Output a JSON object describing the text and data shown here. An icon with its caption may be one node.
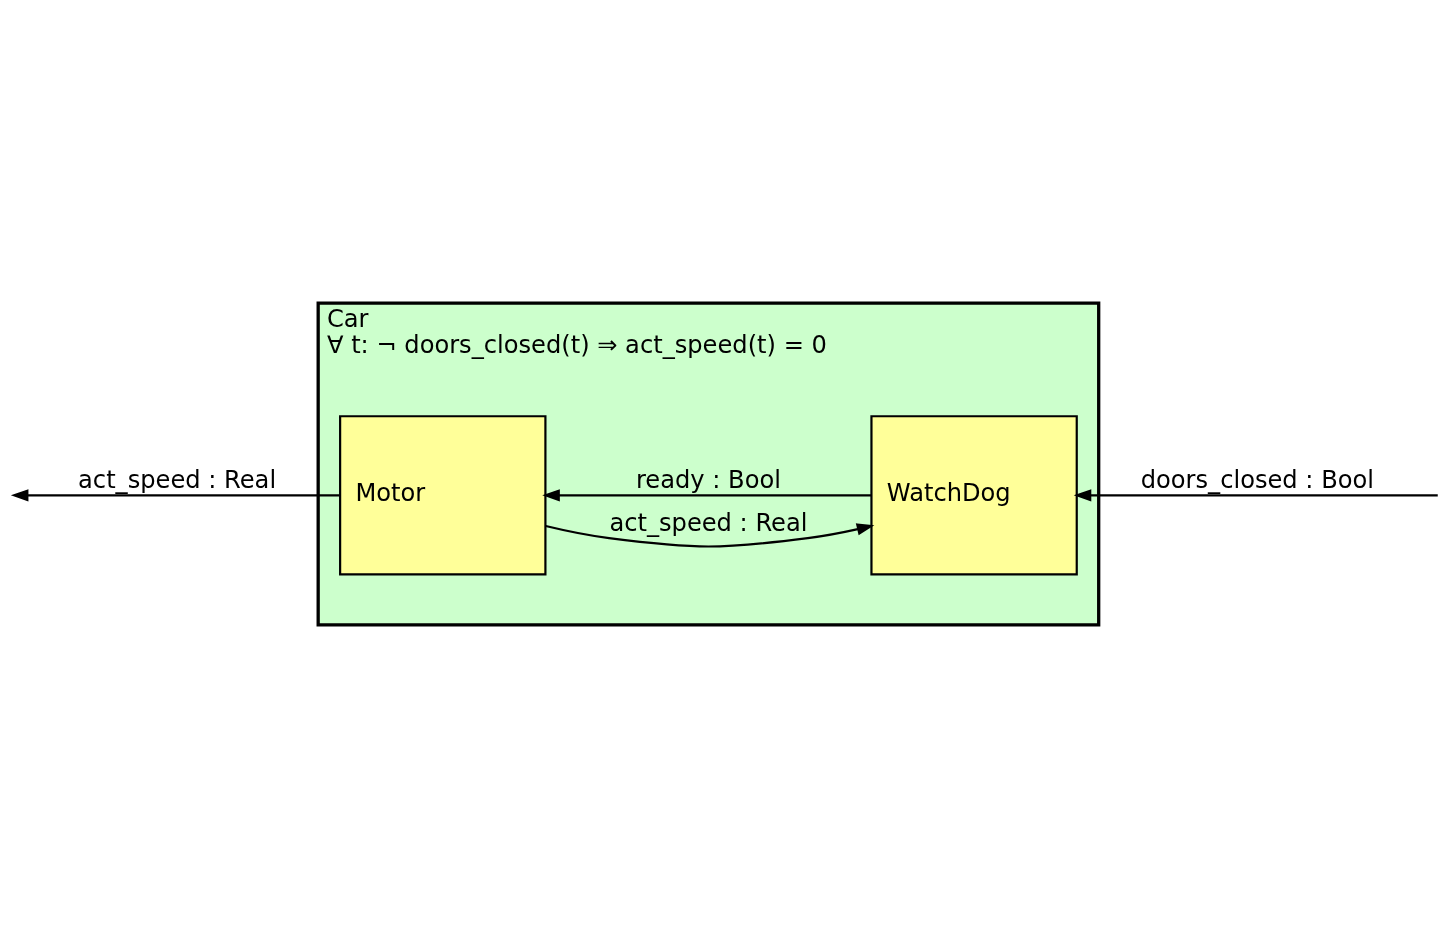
{
  "diagram": {
    "nodes": [
      {
        "text": [
          "Car",
          "∀ t: ¬ doors_closed(t) ⇒ act_speed(t) = 0"
        ]
      },
      {
        "text": [
          "Motor"
        ],
        "in": 0
      },
      {
        "text": [
          "WatchDog"
        ],
        "in": 0
      }
    ],
    "edges": [
      {
        "from": 1,
        "to": null,
        "arrow": "to",
        "label": "act_speed : Real"
      },
      {
        "from": 1,
        "to": 2,
        "arrow": "to",
        "label": "act_speed : Real"
      },
      {
        "from": 2,
        "to": 1,
        "arrow": "to",
        "label": "ready : Bool"
      },
      {
        "from": null,
        "to": 2,
        "arrow": "to",
        "label": "doors_closed : Bool"
      }
    ]
  }
}
